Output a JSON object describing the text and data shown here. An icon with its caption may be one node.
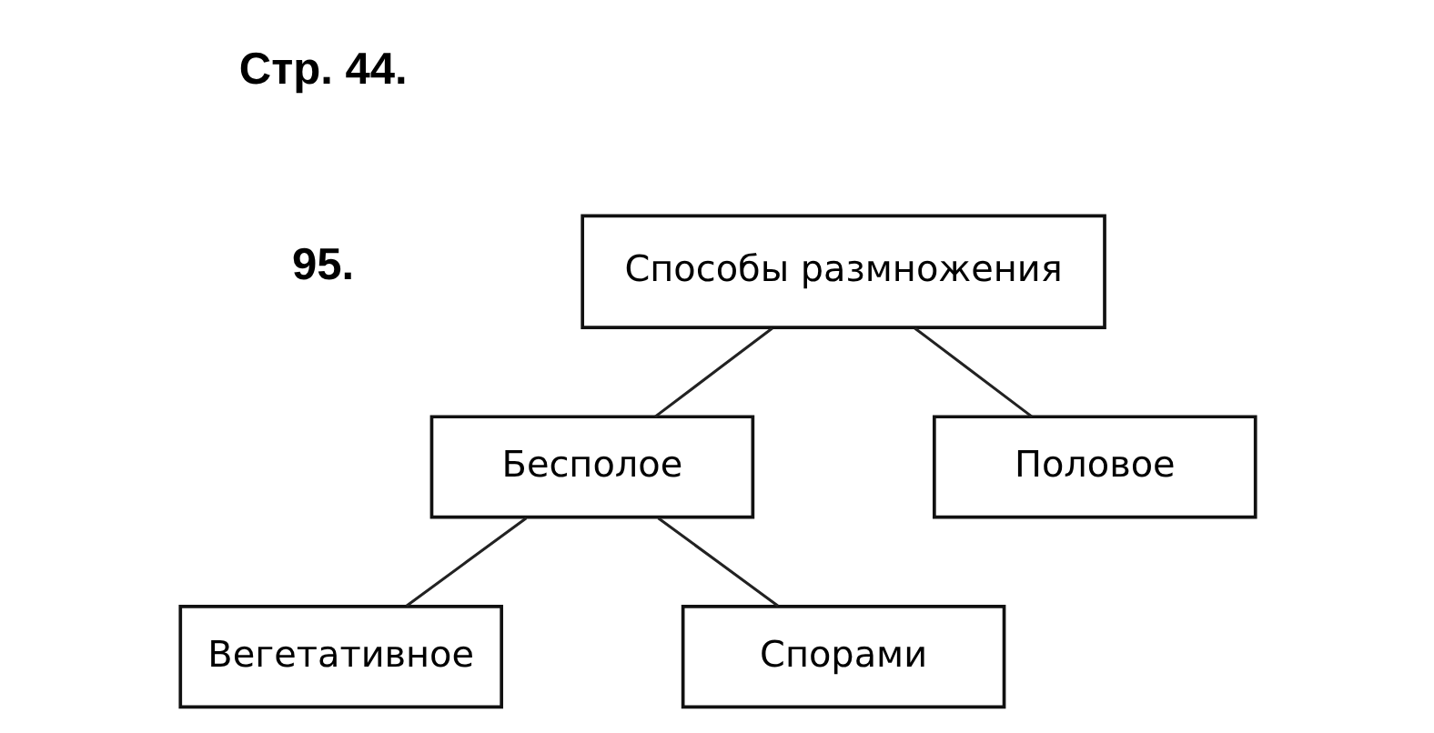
{
  "diagram": {
    "nodes": [
      {
        "text": [
          "Способы размножения"
        ]
      },
      {
        "text": [
          "Бесполое"
        ]
      },
      {
        "text": [
          "Половое"
        ]
      },
      {
        "text": [
          "Вегетативное"
        ]
      },
      {
        "text": [
          "Спорами"
        ]
      }
    ],
    "edges": [
      {
        "from": 0,
        "to": 1,
        "arrow": "none"
      },
      {
        "from": 0,
        "to": 2,
        "arrow": "none"
      },
      {
        "from": 1,
        "to": 3,
        "arrow": "none"
      },
      {
        "from": 1,
        "to": 4,
        "arrow": "none"
      }
    ],
    "labels": [
      "Стр. 44.",
      "95."
    ]
  }
}
